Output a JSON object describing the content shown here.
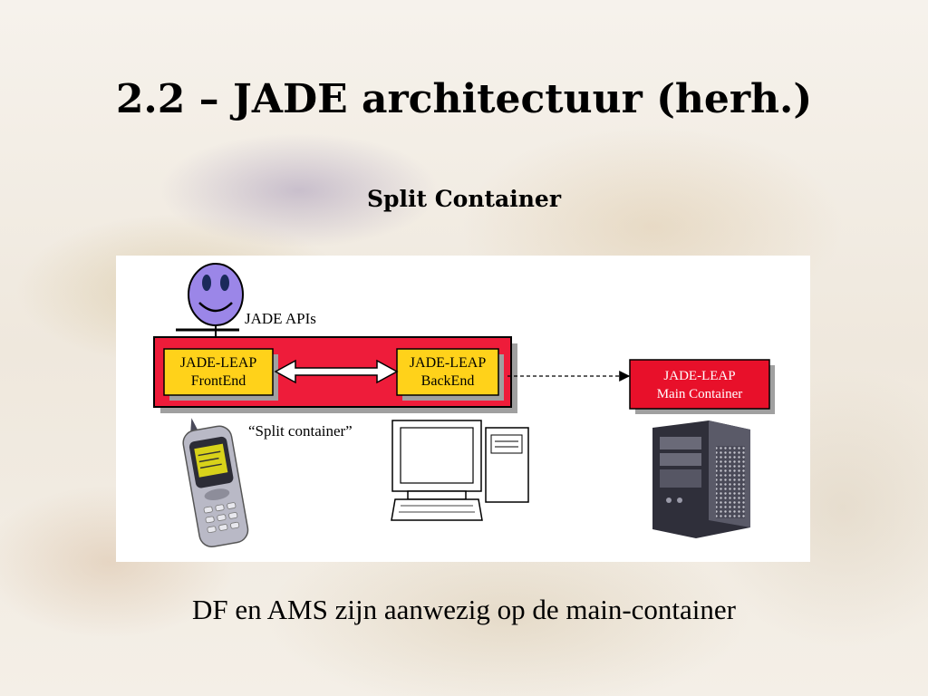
{
  "slide": {
    "title": "2.2 – JADE architectuur (herh.)",
    "subtitle": "Split Container",
    "caption": "DF en AMS zijn aanwezig op de main-container"
  },
  "diagram": {
    "api_label": "JADE APIs",
    "split_label": "“Split container”",
    "frontend": {
      "line1": "JADE-LEAP",
      "line2": "FrontEnd"
    },
    "backend": {
      "line1": "JADE-LEAP",
      "line2": "BackEnd"
    },
    "main_container": {
      "line1": "JADE-LEAP",
      "line2": "Main Container"
    },
    "colors": {
      "split_red": "#ee1c3a",
      "main_red": "#e8102a",
      "component_yellow": "#ffd21a",
      "smiley_purple": "#9b86e8",
      "shadow": "#a0a0a0"
    },
    "icons": [
      "smiley-user-icon",
      "mobile-phone-icon",
      "desktop-computer-icon",
      "server-tower-icon"
    ]
  }
}
